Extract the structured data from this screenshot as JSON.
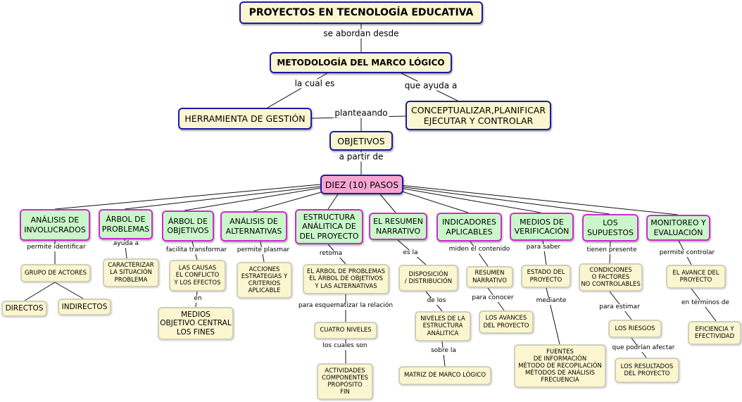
{
  "nodes": {
    "root": "PROYECTOS EN TECNOLOGÍA EDUCATIVA",
    "metodologia": "METODOLOGÍA DEL MARCO LÓGICO",
    "herramienta": "HERRAMIENTA DE GESTIÓN",
    "conceptualizar": "CONCEPTUALIZAR,PLANIFICAR\nEJECUTAR Y CONTROLAR",
    "objetivos": "OBJETIVOS",
    "diez_pasos": "DIEZ (10) PASOS",
    "steps": [
      "ANÁLISIS DE\nINVOLUCRADOS",
      "ÁRBOL DE\nPROBLEMAS",
      "ÁRBOL DE\nOBJETIVOS",
      "ANÁLISIS DE\nALTERNATIVAS",
      "ESTRUCTURA\nANÁLITICA DE\nDEL PROYECTO",
      "EL RESUMEN\nNARRATIVO",
      "INDICADORES\nAPLICABLES",
      "MEDIOS DE\nVERIFICACIÓN",
      "LOS\nSUPUESTOS",
      "MONITOREO Y\nEVALUACIÓN"
    ],
    "grupo_actores": "GRUPO DE ACTORES",
    "directos": "DIRECTOS",
    "indirectos": "INDIRECTOS",
    "caracterizar": "CARACTERIZAR\nLA SITUACIÓN\nPROBLEMA",
    "causas": "LAS CAUSAS\nEL CONFLICTO\nY LOS EFECTOS",
    "medios": "MEDIOS\nOBJETIVO CENTRAL\nLOS FINES",
    "acciones": "ACCIONES\nESTRATEGIAS Y\nCRITERIOS\nAPLICABLE",
    "arbol_retoma": "EL ÁRBOL DE PROBLEMAS\nEL ÁRBOL DE OBJETIVOS\nY LAS ALTERNATIVAS",
    "cuatro_niveles": "CUATRO NIVELES",
    "actividades": "ACTIVIDADES\nCOMPONENTES\nPROPÓSITO\nFIN",
    "disposicion": "DISPOSICIÓN\n/ DISTRIBUCIÓN",
    "niveles_estructura": "NIVELES DE LA\nESTRUCTURA\nANÁLITICA",
    "matriz": "MATRIZ DE MARCO LÓGICO",
    "resumen_narrativo": "RESUMEN\nNARRATIVO",
    "avances": "LOS AVANCES\nDEL PROYECTO",
    "estado": "ESTADO DEL\nPROYECTO",
    "fuentes": "FUENTES\nDE INFORMACIÓN\nMÉTODO DE RECOPILACIÓN\nMÉTODOS DE ANÁLISIS\nFRECUENCIA",
    "condiciones": "CONDICIONES\nO FACTORES\nNO CONTROLABLES",
    "riesgos": "LOS RIESGOS",
    "resultados": "LOS RESULTADOS\nDEL PROYECTO",
    "avance_proyecto": "EL AVANCE DEL\nPROYECTO",
    "eficiencia": "EFICIENCIA Y\nEFECTIVIDAD"
  },
  "labels": {
    "se_abordan": "se abordan desde",
    "la_cual_es": "la cual es",
    "que_ayuda_a": "que ayuda a",
    "planteaando": "planteaando",
    "a_partir_de": "a partir de",
    "permite_identificar": "permite identificar",
    "ayuda_a": "ayuda a",
    "facilita_transformar": "facilita transformar",
    "en": "en",
    "permite_plasmar": "permite plasmar",
    "retoma": "retoma",
    "para_esquematizar": "para esquematizar la relación",
    "los_cuales_son": "los cuales son",
    "es_la": "es la",
    "de_los": "de los",
    "sobre_la": "sobre la",
    "miden_el_contenido": "miden el contenido",
    "para_conocer": "para conocer",
    "para_saber": "para saber",
    "mediante": "mediante",
    "tienen_presente": "tienen presente",
    "para_estimar": "para estimar",
    "que_podrian_afectar": "que podrían afectar",
    "permite_controlar": "permite controlar",
    "en_terminos_de": "en términos de"
  }
}
